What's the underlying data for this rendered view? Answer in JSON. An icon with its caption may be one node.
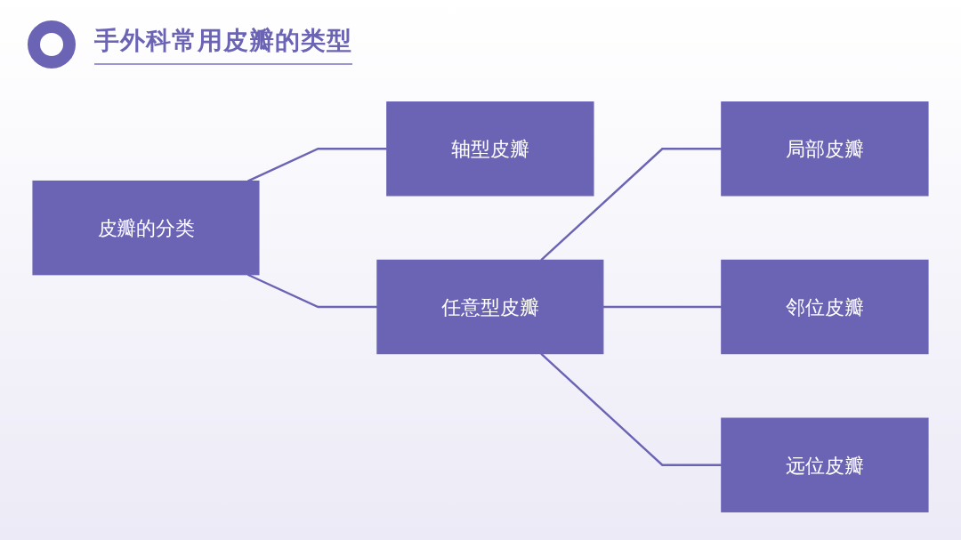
{
  "diagram": {
    "title": "手外科常用皮瓣的类型",
    "nodes": [
      {
        "text": [
          "皮瓣的分类"
        ]
      },
      {
        "text": [
          "轴型皮瓣"
        ]
      },
      {
        "text": [
          "任意型皮瓣"
        ]
      },
      {
        "text": [
          "局部皮瓣"
        ]
      },
      {
        "text": [
          "邻位皮瓣"
        ]
      },
      {
        "text": [
          "远位皮瓣"
        ]
      }
    ],
    "edges": [
      {
        "from": 0,
        "to": 1,
        "arrow": "none"
      },
      {
        "from": 0,
        "to": 2,
        "arrow": "none"
      },
      {
        "from": 2,
        "to": 3,
        "arrow": "none"
      },
      {
        "from": 2,
        "to": 4,
        "arrow": "none"
      },
      {
        "from": 2,
        "to": 5,
        "arrow": "none"
      }
    ]
  }
}
